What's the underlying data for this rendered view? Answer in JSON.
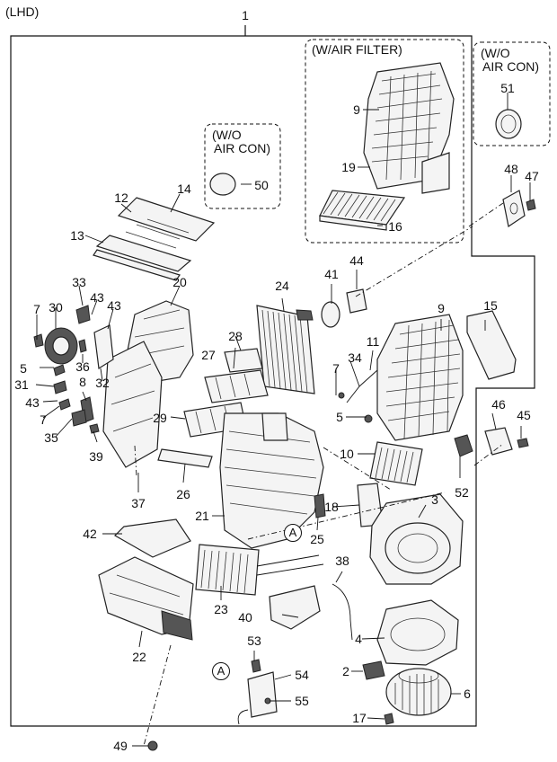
{
  "header_label": "(LHD)",
  "assembly_number": "1",
  "boxes": {
    "air_filter": {
      "title": "(W/AIR FILTER)"
    },
    "wo_aircon_right": {
      "line1": "(W/O",
      "line2": "AIR CON)"
    },
    "wo_aircon_left": {
      "line1": "(W/O",
      "line2": "AIR CON)"
    }
  },
  "callouts": {
    "a1": "A",
    "a2": "A"
  },
  "labels": {
    "n2": "2",
    "n3": "3",
    "n4": "4",
    "n5a": "5",
    "n5b": "5",
    "n6": "6",
    "n7a": "7",
    "n7b": "7",
    "n7c": "7",
    "n8": "8",
    "n9a": "9",
    "n9b": "9",
    "n10": "10",
    "n11": "11",
    "n12": "12",
    "n13": "13",
    "n14": "14",
    "n15": "15",
    "n16": "16",
    "n17": "17",
    "n18": "18",
    "n19": "19",
    "n20": "20",
    "n21": "21",
    "n22": "22",
    "n23": "23",
    "n24": "24",
    "n25": "25",
    "n26": "26",
    "n27": "27",
    "n28": "28",
    "n29": "29",
    "n30": "30",
    "n31": "31",
    "n32": "32",
    "n33": "33",
    "n34": "34",
    "n35": "35",
    "n36": "36",
    "n37": "37",
    "n38": "38",
    "n39": "39",
    "n40": "40",
    "n41": "41",
    "n42": "42",
    "n43a": "43",
    "n43b": "43",
    "n43c": "43",
    "n44": "44",
    "n45": "45",
    "n46": "46",
    "n47": "47",
    "n48": "48",
    "n49": "49",
    "n50": "50",
    "n51": "51",
    "n52": "52",
    "n53": "53",
    "n54": "54",
    "n55": "55"
  }
}
